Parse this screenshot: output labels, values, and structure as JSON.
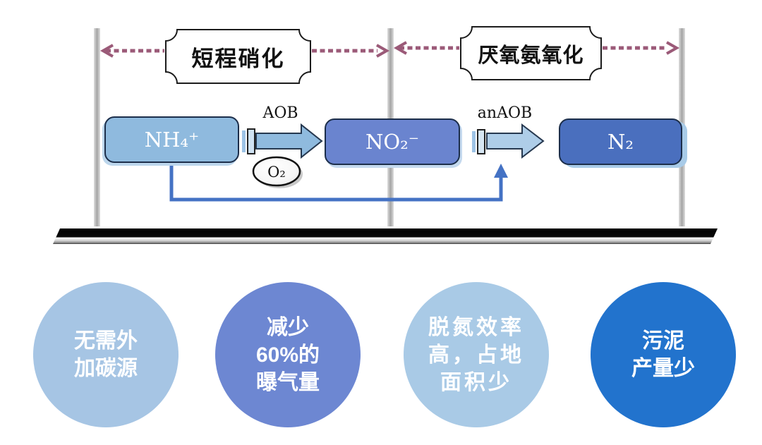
{
  "stages": [
    {
      "label": "短程硝化"
    },
    {
      "label": "厌氧氨氧化"
    }
  ],
  "process": {
    "nodes": [
      {
        "id": "ammonium",
        "label": "NH₄⁺",
        "color": "#8fbade"
      },
      {
        "id": "nitrite",
        "label": "NO₂⁻",
        "color": "#6a84cf"
      },
      {
        "id": "nitrogen-gas",
        "label": "N₂",
        "color": "#4a6fbe"
      }
    ],
    "arrows": [
      {
        "label": "AOB",
        "fill": "#8fbade"
      },
      {
        "label": "anAOB",
        "fill": "#aecde8"
      }
    ],
    "oxygen_label": "O₂"
  },
  "benefits": [
    {
      "text": "无需外\n加碳源",
      "color": "#a6c5e4"
    },
    {
      "text": "减少\n60%的\n曝气量",
      "color": "#6d87d2"
    },
    {
      "text": "脱氮效率\n高，占地\n面积少",
      "color": "#a9cae6"
    },
    {
      "text": "污泥\n产量少",
      "color": "#2273cd"
    }
  ],
  "colors": {
    "dashed_span_arrow": "#9b5a78",
    "bypass_arrow": "#4472c4",
    "divider_bar": "#a8a8a8",
    "ground_bar": "#0a0a0a"
  }
}
